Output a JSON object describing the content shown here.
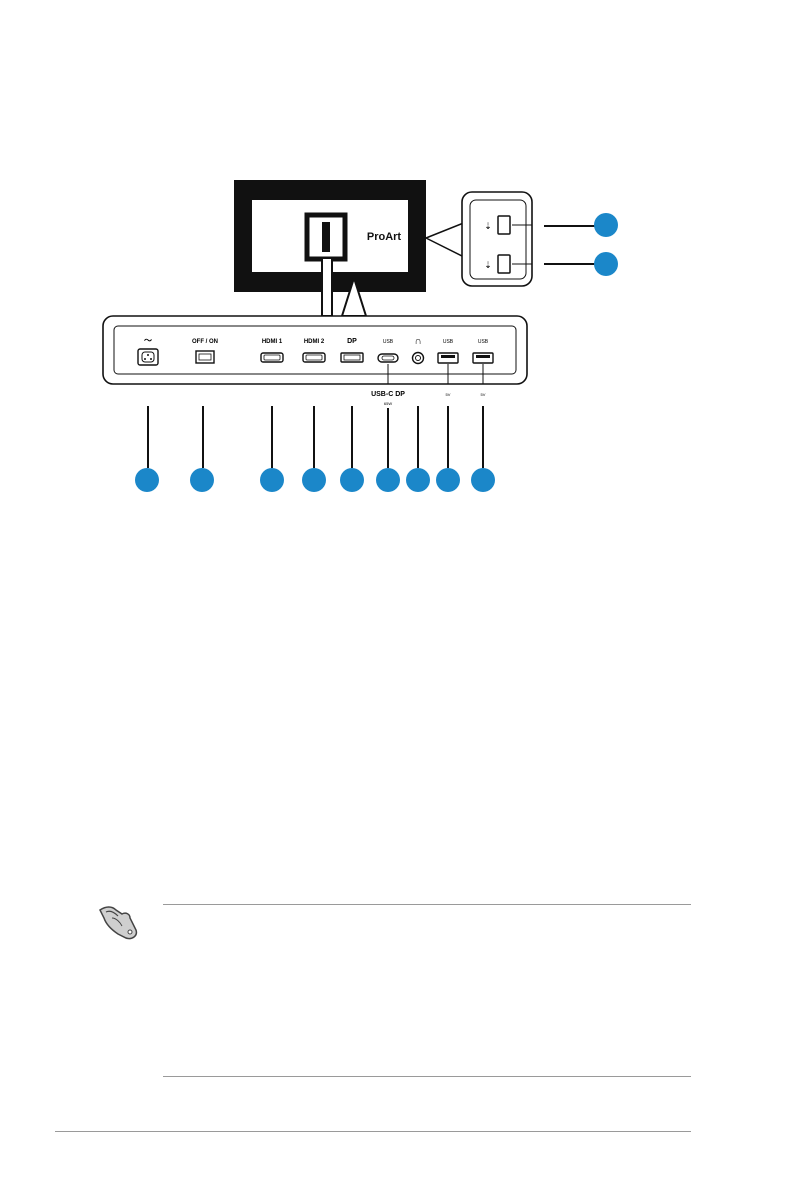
{
  "monitor": {
    "logo": "ProArt"
  },
  "side_panel": {
    "usb_symbol": "⏚"
  },
  "rear_panel": {
    "labels": {
      "power": "〜",
      "ac_switch": "OFF / ON",
      "hdmi1": "HDMI 1",
      "hdmi2": "HDMI 2",
      "dp": "DP",
      "usbc": "USB",
      "audio": "∩",
      "usb3": "USB",
      "usb4": "USB"
    },
    "usbc_sublabel": "USB-C  DP",
    "usbc_subnote": "65W",
    "usb3_subnote": "5V",
    "usb4_subnote": "5V"
  },
  "callouts": {
    "port_count": 9,
    "side_count": 2
  },
  "colors": {
    "callout_blue": "#1b87c9",
    "monitor_black": "#111111",
    "panel_border": "#333333"
  },
  "note_icon": "note-hand-icon"
}
